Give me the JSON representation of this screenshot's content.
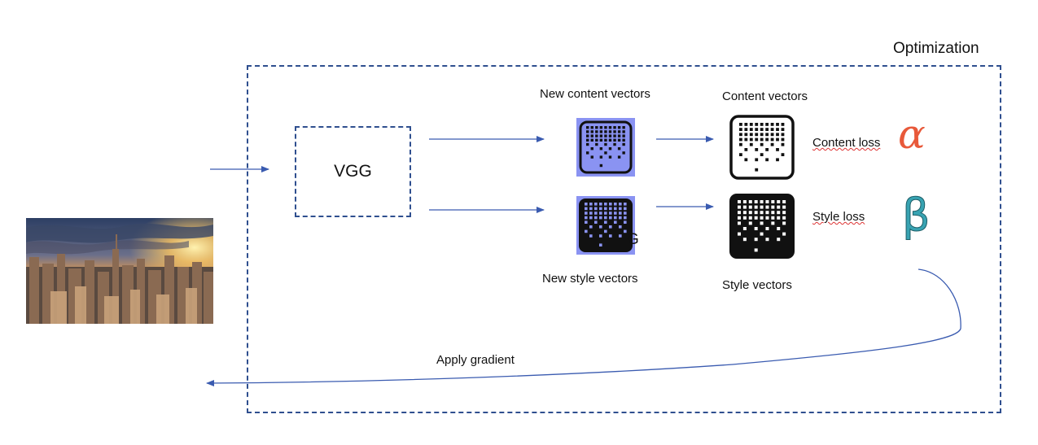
{
  "diagram": {
    "optimization_label": "Optimization",
    "vgg_label": "VGG",
    "new_content_label": "New content vectors",
    "content_label": "Content vectors",
    "new_style_label": "New style vectors",
    "style_label": "Style vectors",
    "content_loss_label": "Content loss",
    "style_loss_label": "Style loss",
    "alpha_symbol": "α",
    "beta_symbol": "β",
    "apply_gradient_label": "Apply gradient",
    "overlap_text": "G"
  },
  "colors": {
    "box_border": "#2f4f8f",
    "arrow": "#3a5bb0",
    "highlight_fill": "#8a93f2",
    "alpha": "#e8593a",
    "beta": "#38a3b2"
  },
  "icons": {
    "photo": "city-skyline-photo",
    "vector_grid": "dot-grid-icon"
  }
}
